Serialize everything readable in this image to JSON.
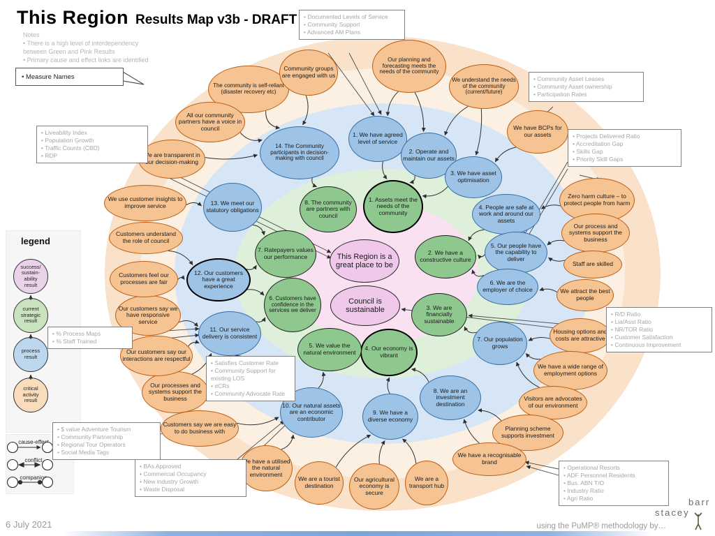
{
  "title": {
    "main": "This Region",
    "rest": "Results Map v3b -  DRAFT"
  },
  "notes": {
    "heading": "Notes",
    "lines": [
      "•  There is a high level of interdependency",
      "between Green and Pink Results",
      "• Primary cause and effect links are  identified"
    ]
  },
  "measure_names": "•  Measure Names",
  "date": "6 July 2021",
  "footer": "using the PuMP® methodology  by…",
  "logo": {
    "top": "barr",
    "bottom": "stacey"
  },
  "legend": {
    "title": "legend",
    "items": [
      {
        "id": "success",
        "lines": [
          "success/",
          "sustain-",
          "ability",
          "result"
        ]
      },
      {
        "id": "strategic",
        "lines": [
          "current",
          "strategic",
          "result"
        ]
      },
      {
        "id": "process",
        "lines": [
          "process",
          "result"
        ]
      },
      {
        "id": "activity",
        "lines": [
          "critical",
          "activity",
          "result"
        ]
      }
    ],
    "relations": [
      "cause-effect",
      "conflict",
      "companion"
    ]
  },
  "colors": {
    "orange_fill": "#F6C493",
    "orange_border": "#BE5D14",
    "blue_fill": "#9DC3E6",
    "blue_border": "#3A6EA5",
    "green_fill": "#8FC88F",
    "green_border": "#1F1F1F",
    "pink_fill": "#EFC8EA",
    "pink_border": "#262626",
    "ring_outer": "#FAE1C9",
    "ring_2": "#FCF0E3",
    "ring_blue": "#D7E6F6",
    "ring_green": "#DEEFDA",
    "ring_pink": "#F9E1F2",
    "legend_pink": "#EBD2EB",
    "legend_green": "#C9E3BF",
    "legend_blue": "#BDD7EE",
    "legend_orange": "#F8DCBB"
  },
  "nodes": {
    "pink": [
      {
        "id": "p1",
        "label": "This Region is a great place to be"
      },
      {
        "id": "p2",
        "label": "Council is sustainable"
      }
    ],
    "green": [
      {
        "id": "g1",
        "label": "1. Assets meet the needs of the community",
        "bold": true
      },
      {
        "id": "g2",
        "label": "2. We have a constructive culture"
      },
      {
        "id": "g3",
        "label": "3. We are financially sustainable"
      },
      {
        "id": "g4",
        "label": "4. Our economy is vibrant",
        "bold": true
      },
      {
        "id": "g5",
        "label": "5. We value the natural environment"
      },
      {
        "id": "g6",
        "label": "6. Customers have confidence in the services we deliver"
      },
      {
        "id": "g7",
        "label": "7. Ratepayers values our performance"
      },
      {
        "id": "g8",
        "label": "8. The community are partners with council"
      }
    ],
    "blue": [
      {
        "id": "b1",
        "label": "1. We have agreed level of service"
      },
      {
        "id": "b2",
        "label": "2. Operate and maintain our assets"
      },
      {
        "id": "b3",
        "label": "3. We have asset optimisation"
      },
      {
        "id": "b4",
        "label": "4. People are safe at work and around our assets"
      },
      {
        "id": "b5",
        "label": "5. Our people have the capability to deliver"
      },
      {
        "id": "b6",
        "label": "6. We are the employer of choice"
      },
      {
        "id": "b7",
        "label": "7. Our population grows"
      },
      {
        "id": "b8",
        "label": "8. We are an investment destination"
      },
      {
        "id": "b9",
        "label": "9. We have a diverse economy"
      },
      {
        "id": "b10",
        "label": "10. Our natural assets are an economic contributor"
      },
      {
        "id": "b11",
        "label": "11. Our service delivery is consistent"
      },
      {
        "id": "b12",
        "label": "12. Our customers have a great experience",
        "bold": true
      },
      {
        "id": "b13",
        "label": "13. We meet our statutory obligations"
      },
      {
        "id": "b14",
        "label": "14. The Community participants in decision-making with council"
      }
    ],
    "orange": [
      {
        "id": "o1",
        "label": "The community is self-reliant (disaster recovery etc)"
      },
      {
        "id": "o2",
        "label": "All our community partners have a voice in council"
      },
      {
        "id": "o3",
        "label": "We are transparent in our decision-making"
      },
      {
        "id": "o4",
        "label": "Community groups are engaged with us"
      },
      {
        "id": "o5",
        "label": "Our planning and forecasting meets the needs of the community"
      },
      {
        "id": "o6",
        "label": "We understand the needs of the community (current/future)"
      },
      {
        "id": "o7",
        "label": "We have BCPs for our assets"
      },
      {
        "id": "o8",
        "label": "Zero harm culture – to protect people from harm"
      },
      {
        "id": "o9",
        "label": "Our process and systems support the business"
      },
      {
        "id": "o10",
        "label": "Staff are skilled"
      },
      {
        "id": "o11",
        "label": "We attract the best people"
      },
      {
        "id": "o12",
        "label": "Housing options and costs are attractive"
      },
      {
        "id": "o13",
        "label": "We have a wide range of employment options"
      },
      {
        "id": "o14",
        "label": "Visitors are advocates of our environment"
      },
      {
        "id": "o15",
        "label": "Planning scheme supports investment"
      },
      {
        "id": "o16",
        "label": "We have a recognisable brand"
      },
      {
        "id": "o17",
        "label": "We are a transport hub"
      },
      {
        "id": "o18",
        "label": "Our agricultural economy is secure"
      },
      {
        "id": "o19",
        "label": "We are a tourist destination"
      },
      {
        "id": "o20",
        "label": "We have a utilised the natural environment"
      },
      {
        "id": "o21",
        "label": "Customers say we are easy to do business with"
      },
      {
        "id": "o22",
        "label": "Our processes and systems support the business"
      },
      {
        "id": "o23",
        "label": "Our customers say our interactions are respectful"
      },
      {
        "id": "o24",
        "label": "Our customers say we have responsive service"
      },
      {
        "id": "o25",
        "label": "Customers feel our processes are fair"
      },
      {
        "id": "o26",
        "label": "Customers understand the role of council"
      },
      {
        "id": "o27",
        "label": "We use customer insights to improve service"
      }
    ]
  },
  "callouts": [
    {
      "id": "c2",
      "lines": [
        "• Documented Levels of Service",
        "• Community Support",
        "• Advanced AM Plans"
      ]
    },
    {
      "id": "c3",
      "lines": [
        "• Community Asset Leases",
        "• Community Asset ownership",
        "• Participation Rates"
      ]
    },
    {
      "id": "c4",
      "lines": [
        "• Projects Delivered  Ratio",
        "• Accreditation Gap",
        "• Skills Gap",
        "• Priority Skill Gaps"
      ]
    },
    {
      "id": "c5",
      "lines": [
        "• Liveability Index",
        "• Population Growth",
        "• Traffic Counts (CBD)",
        "• RDP"
      ]
    },
    {
      "id": "c6",
      "lines": [
        "• % Process Maps",
        "• % Staff Trained"
      ]
    },
    {
      "id": "c7",
      "lines": [
        "• Satisfies Customer Rate",
        "• Community Support for existing LOS",
        "• #CRs",
        "• Community Advocate Rate"
      ]
    },
    {
      "id": "c8",
      "lines": [
        "• $ value Adventure Tourism",
        "• Community Partnership",
        "• Regional Tour Operators",
        "• Social Media Tags"
      ]
    },
    {
      "id": "c9",
      "lines": [
        "• BAs Approved",
        "• Commercial Occupancy",
        "• New industry Growth",
        "• Waste Disposal"
      ]
    },
    {
      "id": "c10",
      "lines": [
        "•  R/D Ratio",
        "• Lia/Asst Ratio",
        "• NR/TOR Ratio",
        "• Customer Satisfaction",
        "• Continuous Improvement"
      ]
    },
    {
      "id": "c11",
      "lines": [
        "•  Operational Resorts",
        "• ADF Personnel Residents",
        "• Bus. ABN T/O",
        "• Industry Ratio",
        "• Agri Ratio"
      ]
    }
  ]
}
